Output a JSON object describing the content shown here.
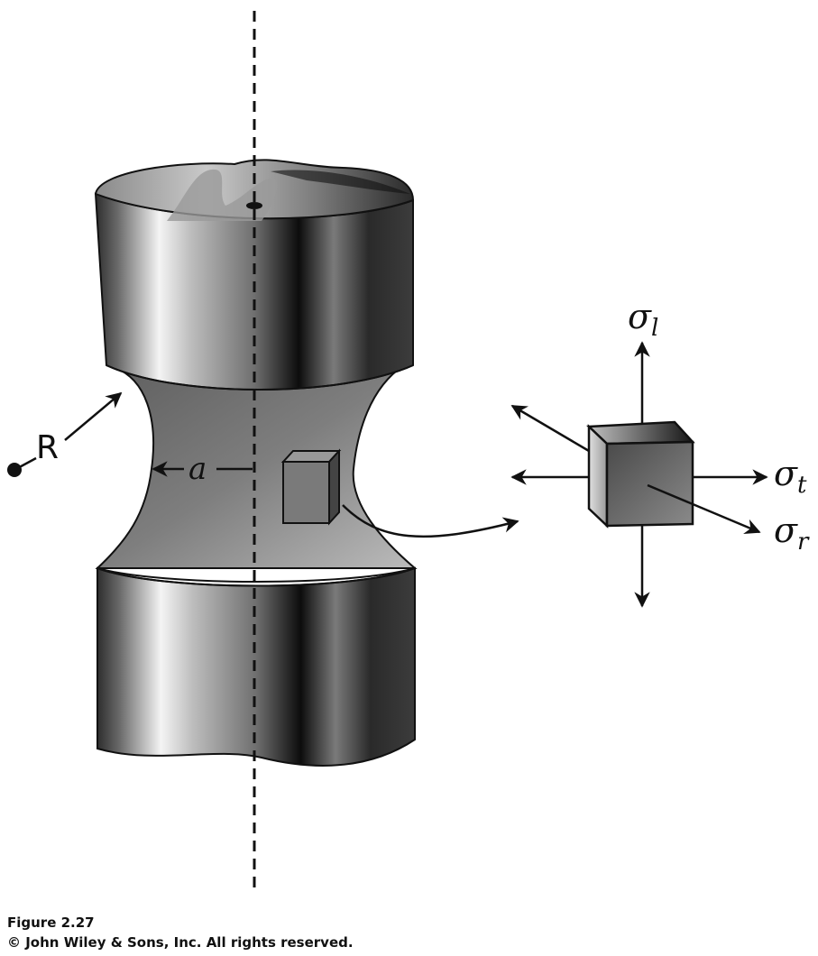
{
  "diagram": {
    "labels": {
      "radius": "R",
      "neck_radius": "a",
      "sigma_longitudinal": {
        "symbol": "σ",
        "subscript": "l"
      },
      "sigma_tangential": {
        "symbol": "σ",
        "subscript": "t"
      },
      "sigma_radial": {
        "symbol": "σ",
        "subscript": "r"
      }
    }
  },
  "caption": {
    "figure": "Figure 2.27",
    "copyright": "© John Wiley & Sons, Inc. All rights reserved."
  }
}
